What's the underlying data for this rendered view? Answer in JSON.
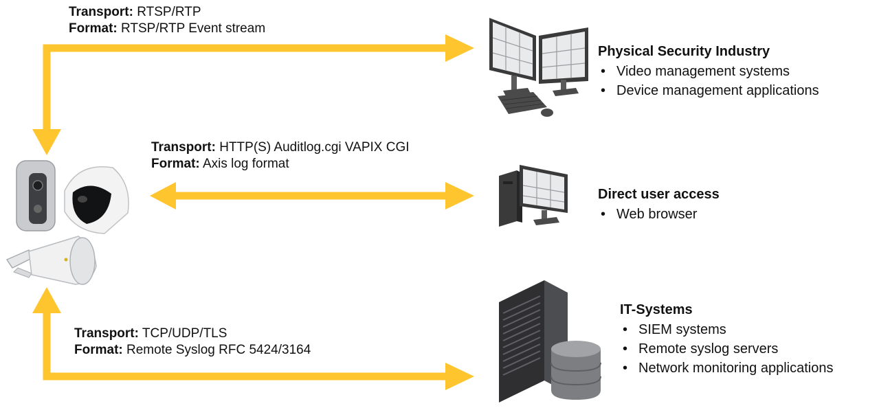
{
  "colors": {
    "arrow": "#FFC52F",
    "dark": "#3a3a3a",
    "screen": "#e9eaec"
  },
  "connections": [
    {
      "transport_label": "Transport:",
      "transport": "RTSP/RTP",
      "format_label": "Format:",
      "format": "RTSP/RTP Event stream"
    },
    {
      "transport_label": "Transport:",
      "transport": "HTTP(S) Auditlog.cgi VAPIX CGI",
      "format_label": "Format:",
      "format": "Axis log format"
    },
    {
      "transport_label": "Transport:",
      "transport": "TCP/UDP/TLS",
      "format_label": "Format:",
      "format": "Remote Syslog RFC 5424/3164"
    }
  ],
  "targets": [
    {
      "title": "Physical Security Industry",
      "items": [
        "Video management systems",
        "Device management applications"
      ]
    },
    {
      "title": "Direct user access",
      "items": [
        "Web browser"
      ]
    },
    {
      "title": "IT-Systems",
      "items": [
        "SIEM systems",
        "Remote syslog servers",
        "Network monitoring applications"
      ]
    }
  ],
  "icons": {
    "source": "axis-devices-icon",
    "target1": "dual-monitor-workstation-icon",
    "target2": "desktop-computer-icon",
    "target3": "server-database-icon"
  }
}
